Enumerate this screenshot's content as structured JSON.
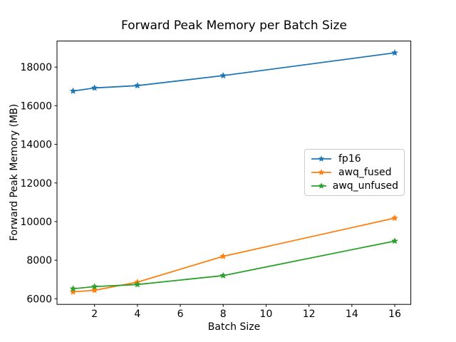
{
  "chart_data": {
    "type": "line",
    "title": "Forward Peak Memory per Batch Size",
    "xlabel": "Batch Size",
    "ylabel": "Forward Peak Memory (MB)",
    "x": [
      1,
      2,
      4,
      8,
      16
    ],
    "series": [
      {
        "name": "fp16",
        "color": "#1f77b4",
        "values": [
          16760,
          16920,
          17040,
          17560,
          18740
        ]
      },
      {
        "name": "awq_fused",
        "color": "#ff7f0e",
        "values": [
          6360,
          6440,
          6860,
          8200,
          10180
        ]
      },
      {
        "name": "awq_unfused",
        "color": "#2ca02c",
        "values": [
          6520,
          6630,
          6740,
          7200,
          8990
        ]
      }
    ],
    "marker": "star",
    "xticks": [
      2,
      4,
      6,
      8,
      10,
      12,
      14,
      16
    ],
    "yticks": [
      6000,
      8000,
      10000,
      12000,
      14000,
      16000,
      18000
    ],
    "xlim": [
      0.25,
      16.75
    ],
    "ylim": [
      5710,
      19350
    ],
    "grid": false,
    "legend_position": "center right",
    "frame_color": "#000000",
    "text_color": "#000000",
    "background_color": "#ffffff"
  }
}
